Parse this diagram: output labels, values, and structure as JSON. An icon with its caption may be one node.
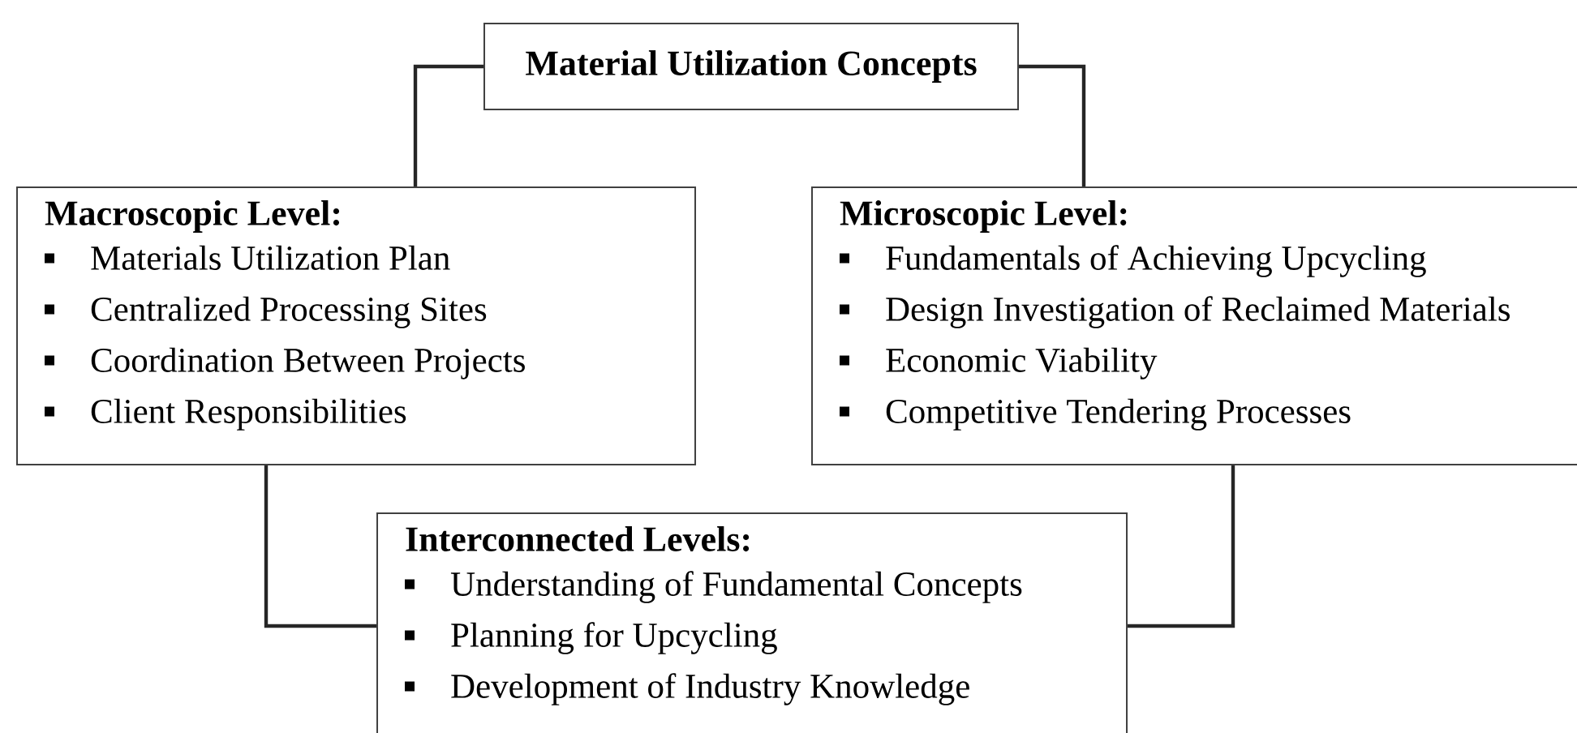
{
  "diagram": {
    "nodes": [
      {
        "text": [
          "Material Utilization Concepts"
        ]
      },
      {
        "text": [
          "Macroscopic Level:",
          "Materials Utilization Plan",
          "Centralized Processing Sites",
          "Coordination Between Projects",
          "Client Responsibilities"
        ]
      },
      {
        "text": [
          "Microscopic Level:",
          "Fundamentals of Achieving Upcycling",
          "Design Investigation of Reclaimed Materials",
          "Economic Viability",
          "Competitive Tendering Processes"
        ]
      },
      {
        "text": [
          "Interconnected Levels:",
          "Understanding of Fundamental Concepts",
          "Planning for Upcycling",
          "Development of Industry Knowledge"
        ]
      }
    ],
    "edges": [
      {
        "from": 0,
        "to": 1,
        "arrow": "none"
      },
      {
        "from": 0,
        "to": 2,
        "arrow": "none"
      },
      {
        "from": 1,
        "to": 3,
        "arrow": "none"
      },
      {
        "from": 2,
        "to": 3,
        "arrow": "none"
      }
    ]
  }
}
